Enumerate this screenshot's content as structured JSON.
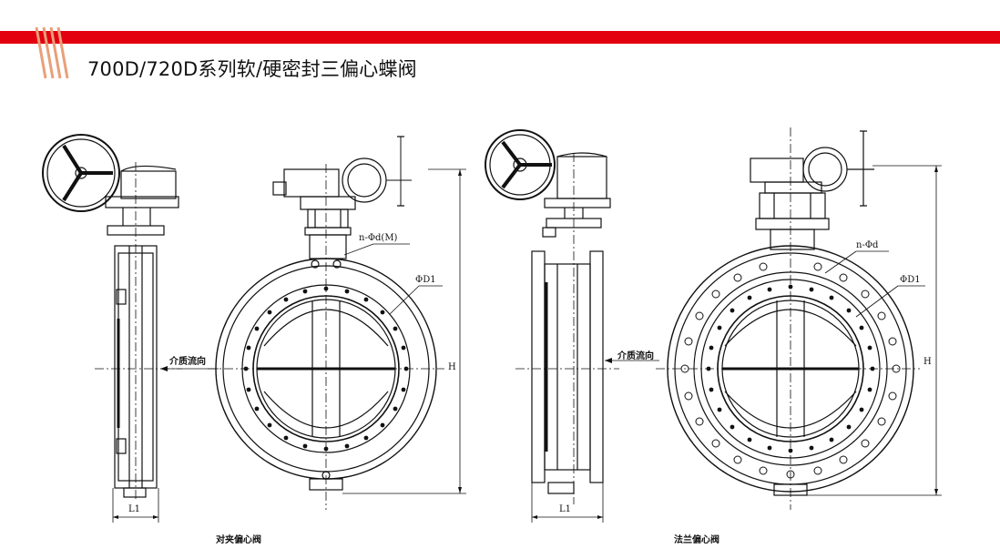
{
  "header": {
    "title": "700D/720D系列软/硬密封三偏心蝶阀",
    "bar_color": "#e3000f",
    "stripe_color": "#e8a07a"
  },
  "drawing_wafer": {
    "caption": "对夹偏心阀",
    "flow_label": "介质流向",
    "dim_bolt": "n-Φd(M)",
    "dim_diameter": "ΦD1",
    "dim_height": "H",
    "dim_length": "L1"
  },
  "drawing_flanged": {
    "caption": "法兰偏心阀",
    "flow_label": "介质流向",
    "dim_bolt": "n-Φd",
    "dim_diameter": "ΦD1",
    "dim_height": "H",
    "dim_length": "L1"
  }
}
